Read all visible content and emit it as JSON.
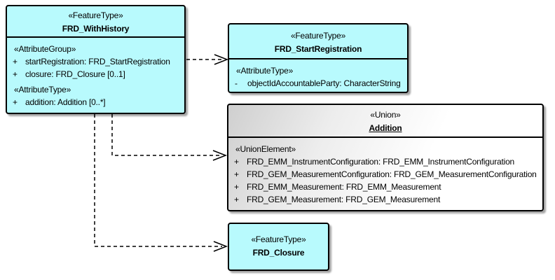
{
  "colors": {
    "feature_fill": "#b8fafd",
    "union_fill_start": "#cfcfcf",
    "union_fill_end": "#ffffff",
    "border": "#000000",
    "background": "#ffffff",
    "text": "#000000"
  },
  "boxes": [
    {
      "stereotype": "«FeatureType»",
      "name": "FRD_WithHistory",
      "compartments": [
        {
          "header": "«AttributeGroup»",
          "items": [
            {
              "vis": "+",
              "text": "startRegistration: FRD_StartRegistration"
            },
            {
              "vis": "+",
              "text": "closure: FRD_Closure [0..1]"
            }
          ]
        },
        {
          "header": "«AttributeType»",
          "items": [
            {
              "vis": "+",
              "text": "addition: Addition [0..*]"
            }
          ]
        }
      ]
    },
    {
      "stereotype": "«FeatureType»",
      "name": "FRD_StartRegistration",
      "compartments": [
        {
          "header": "«AttributeType»",
          "items": [
            {
              "vis": "-",
              "text": "objectIdAccountableParty: CharacterString"
            }
          ]
        }
      ]
    },
    {
      "stereotype": "«Union»",
      "name": "Addition",
      "compartments": [
        {
          "header": "«UnionElement»",
          "items": [
            {
              "vis": "+",
              "text": "FRD_EMM_InstrumentConfiguration: FRD_EMM_InstrumentConfiguration"
            },
            {
              "vis": "+",
              "text": "FRD_GEM_MeasurementConfiguration: FRD_GEM_MeasurementConfiguration"
            },
            {
              "vis": "+",
              "text": "FRD_EMM_Measurement: FRD_EMM_Measurement"
            },
            {
              "vis": "+",
              "text": "FRD_GEM_Measurement: FRD_GEM_Measurement"
            }
          ]
        }
      ]
    },
    {
      "stereotype": "«FeatureType»",
      "name": "FRD_Closure",
      "compartments": []
    }
  ],
  "connectors": [
    {
      "type": "dependency",
      "from": "FRD_WithHistory",
      "to": "FRD_StartRegistration",
      "style": "dashed-open-arrow"
    },
    {
      "type": "dependency",
      "from": "FRD_WithHistory",
      "to": "Addition",
      "style": "dashed-open-arrow"
    },
    {
      "type": "dependency",
      "from": "FRD_WithHistory",
      "to": "FRD_Closure",
      "style": "dashed-open-arrow"
    }
  ]
}
